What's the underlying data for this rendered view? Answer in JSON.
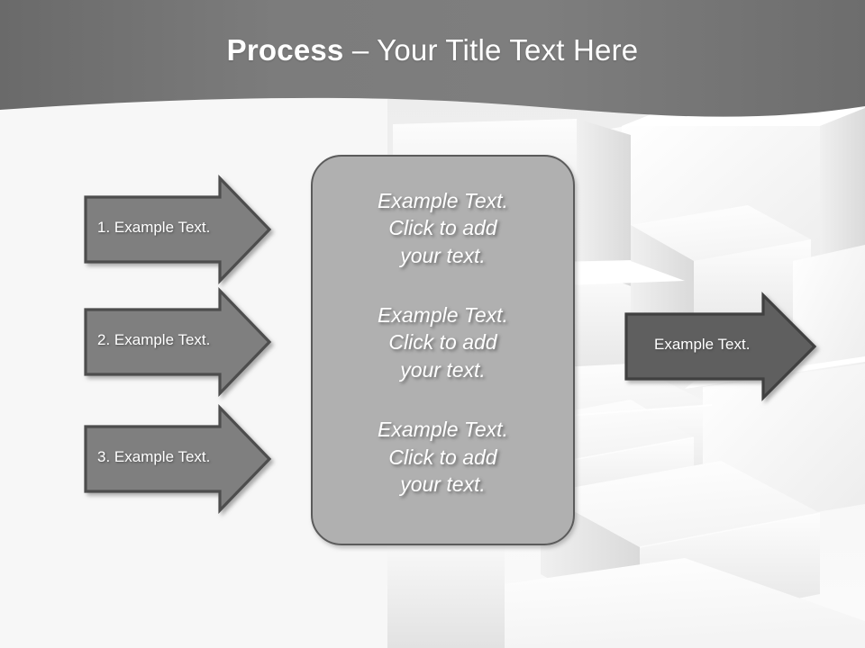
{
  "slide": {
    "title_bold": "Process",
    "title_rest": " – Your Title Text Here",
    "background_description": "white 3d cubes"
  },
  "colors": {
    "header_dark": "#6e6e6e",
    "header_mid": "#7d7d7d",
    "slide_background": "#f6f6f6",
    "left_arrow_fill": "#7f7f7f",
    "right_arrow_fill": "#5f5f5f",
    "panel_fill": "#b0b0b0",
    "shape_outline": "#4d4d4d",
    "text_light": "#ffffff"
  },
  "left_arrows": [
    {
      "label": "1. Example Text."
    },
    {
      "label": "2. Example Text."
    },
    {
      "label": "3. Example Text."
    }
  ],
  "center_panel": {
    "blocks": [
      "Example Text.\nClick  to add\nyour text.",
      "Example Text.\nClick  to add\nyour text.",
      "Example Text.\nClick  to add\nyour text."
    ]
  },
  "right_arrow": {
    "label": "Example Text."
  }
}
